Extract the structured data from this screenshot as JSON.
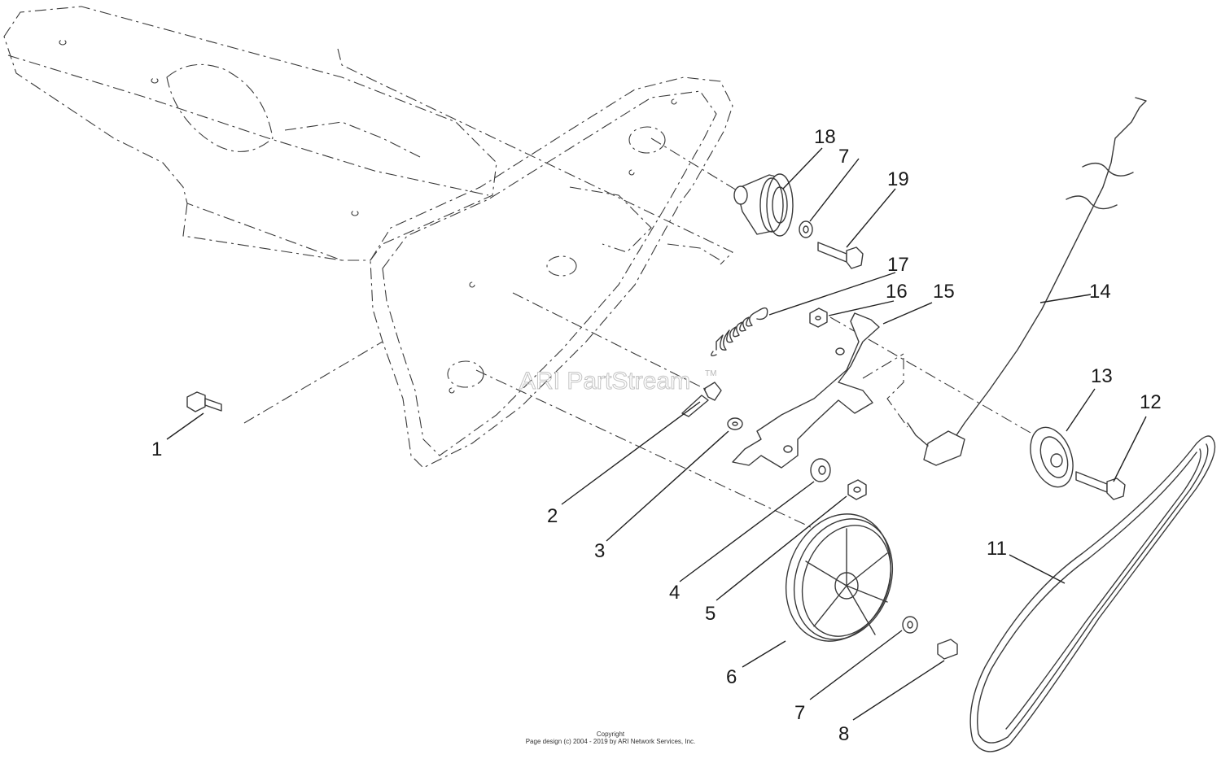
{
  "watermark": {
    "text": "ARI PartStream",
    "trademark": "TM"
  },
  "footer": {
    "line1": "Copyright",
    "line2": "Page design (c) 2004 - 2019 by ARI Network Services, Inc."
  },
  "callouts": [
    {
      "id": "1",
      "label": "1"
    },
    {
      "id": "2",
      "label": "2"
    },
    {
      "id": "3",
      "label": "3"
    },
    {
      "id": "4",
      "label": "4"
    },
    {
      "id": "5",
      "label": "5"
    },
    {
      "id": "6",
      "label": "6"
    },
    {
      "id": "7a",
      "label": "7"
    },
    {
      "id": "7b",
      "label": "7"
    },
    {
      "id": "8",
      "label": "8"
    },
    {
      "id": "11",
      "label": "11"
    },
    {
      "id": "12",
      "label": "12"
    },
    {
      "id": "13",
      "label": "13"
    },
    {
      "id": "14",
      "label": "14"
    },
    {
      "id": "15",
      "label": "15"
    },
    {
      "id": "16",
      "label": "16"
    },
    {
      "id": "17",
      "label": "17"
    },
    {
      "id": "18",
      "label": "18"
    },
    {
      "id": "19",
      "label": "19"
    }
  ]
}
